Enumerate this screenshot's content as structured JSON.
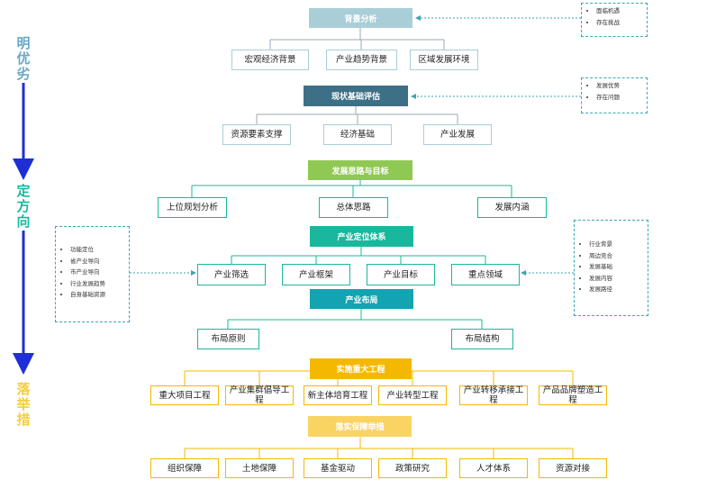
{
  "stages": [
    {
      "label": "明优劣",
      "color": "#6aa8c4"
    },
    {
      "label": "定方向",
      "color": "#18b8a0"
    },
    {
      "label": "落举措",
      "color": "#f4cd3c"
    }
  ],
  "sections": {
    "background": {
      "title": "背景分析",
      "color": "#a9ced8",
      "items": [
        "宏观经济背景",
        "产业趋势背景",
        "区域发展环境"
      ],
      "notes": [
        "面临机遇",
        "存在挑战"
      ]
    },
    "status": {
      "title": "现状基础评估",
      "color": "#3d6f86",
      "items": [
        "资源要素支撑",
        "经济基础",
        "产业发展"
      ],
      "notes": [
        "发展优势",
        "存在问题"
      ]
    },
    "thinking": {
      "title": "发展思路与目标",
      "color": "#8fc853",
      "items": [
        "上位规划分析",
        "总体思路",
        "发展内涵"
      ]
    },
    "positioning": {
      "title": "产业定位体系",
      "color": "#19b89c",
      "items": [
        "产业筛选",
        "产业框架",
        "产业目标",
        "重点领域"
      ],
      "left_notes": [
        "功能定位",
        "省产业导向",
        "市产业导向",
        "行业发展趋势",
        "自身基础资源"
      ],
      "right_notes": [
        "行业背景",
        "周边竞合",
        "发展基础",
        "发展内容",
        "发展路径"
      ]
    },
    "layout": {
      "title": "产业布局",
      "color": "#14a3b0",
      "items": [
        "布局原则",
        "布局结构"
      ]
    },
    "projects": {
      "title": "实施重大工程",
      "color": "#f5b800",
      "items": [
        "重大项目工程",
        "产业集群倡导工程",
        "新主体培育工程",
        "产业转型工程",
        "产业转移承接工程",
        "产品品牌塑造工程"
      ]
    },
    "guarantee": {
      "title": "落实保障举措",
      "color": "#f9d463",
      "items": [
        "组织保障",
        "土地保障",
        "基金驱动",
        "政策研究",
        "人才体系",
        "资源对接"
      ]
    }
  },
  "colors": {
    "arrow": "#1f2fd6",
    "note_border": "#3aa6b5",
    "gray_line": "#9aaab5"
  }
}
